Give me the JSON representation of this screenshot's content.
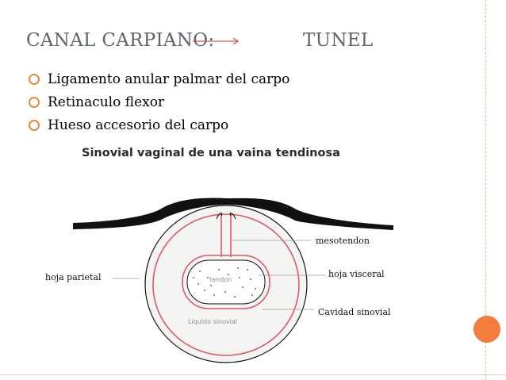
{
  "slide": {
    "title_left": "CANAL CARPIANO:",
    "title_right": "TUNEL",
    "arrow_icon": "right-arrow-icon",
    "bullets": [
      "Ligamento anular palmar del carpo",
      "Retinaculo flexor",
      "Hueso accesorio del carpo"
    ],
    "bullet_icon": "ring-bullet-icon"
  },
  "figure": {
    "title": "Sinovial  vaginal de una vaina tendinosa",
    "labels": {
      "mesotendon": "mesotendon",
      "hoja_visceral": "hoja visceral",
      "hoja_parietal": "hoja parietal",
      "cavidad_sinovial": "Cavidad sinovial"
    },
    "inner_labels": {
      "tendon": "tendon",
      "liquido": "Liquido sinovial"
    }
  },
  "colors": {
    "title": "#5c6470",
    "bullet": "#e5893c",
    "accent": "#f47c3c",
    "arrow": "#d9534f",
    "sheath_line": "#e0566a",
    "fill": "#f4f4f2"
  }
}
